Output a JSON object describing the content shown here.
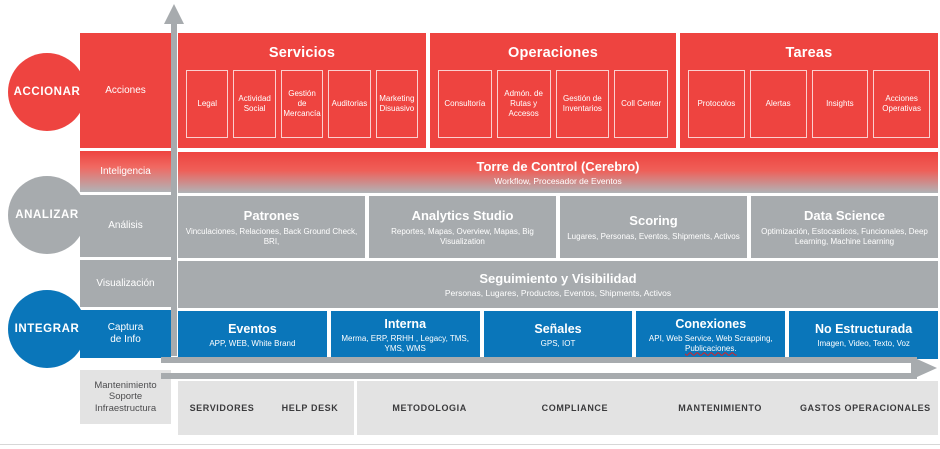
{
  "maturity_circles": [
    {
      "label": "ACCIONAR",
      "color": "#ee4440"
    },
    {
      "label": "ANALIZAR",
      "color": "#a7abae"
    },
    {
      "label": "INTEGRAR",
      "color": "#0a76ba"
    }
  ],
  "stages": [
    {
      "label": "Acciones",
      "color": "#ee4440"
    },
    {
      "label": "Inteligencia",
      "color": "#ee4440"
    },
    {
      "label": "Análisis",
      "color": "#a7abae"
    },
    {
      "label": "Visualización",
      "color": "#a7abae"
    },
    {
      "label": "Captura\nde Info",
      "color": "#0a76ba"
    }
  ],
  "stage_labels": {
    "acciones": "Acciones",
    "inteligencia": "Inteligencia",
    "analisis": "Análisis",
    "visualizacion": "Visualización",
    "captura_line1": "Captura",
    "captura_line2": "de Info",
    "mantenimiento_line1": "Mantenimiento",
    "mantenimiento_line2": "Soporte",
    "mantenimiento_line3": "Infraestructura"
  },
  "action_groups": [
    {
      "title": "Servicios",
      "items": [
        "Legal",
        "Actividad Social",
        "Gestión de Mercancía",
        "Auditorias",
        "Marketing Disuasivo"
      ]
    },
    {
      "title": "Operaciones",
      "items": [
        "Consultoría",
        "Admón. de Rutas y Accesos",
        "Gestión de Inventarios",
        "Coll Center"
      ]
    },
    {
      "title": "Tareas",
      "items": [
        "Protocolos",
        "Alertas",
        "Insights",
        "Acciones Operativas"
      ]
    }
  ],
  "control_tower": {
    "title": "Torre de Control (Cerebro)",
    "subtitle": "Workflow, Procesador de Eventos"
  },
  "analysis_cards": [
    {
      "title": "Patrones",
      "subtitle": "Vinculaciones, Relaciones, Back Ground Check, BRI,"
    },
    {
      "title": "Analytics Studio",
      "subtitle": "Reportes, Mapas, Overview, Mapas, Big Visualization"
    },
    {
      "title": "Scoring",
      "subtitle": "Lugares, Personas, Eventos, Shipments, Activos"
    },
    {
      "title": "Data Science",
      "subtitle": "Optimización, Estocasticos, Funcionales, Deep Learning, Machine Learning"
    }
  ],
  "visibility_band": {
    "title": "Seguimiento y Visibilidad",
    "subtitle": "Personas, Lugares, Productos, Eventos, Shipments, Activos"
  },
  "capture_cards": [
    {
      "title": "Eventos",
      "subtitle": "APP, WEB, White Brand"
    },
    {
      "title": "Interna",
      "subtitle": "Merma, ERP, RRHH , Legacy, TMS, YMS, WMS"
    },
    {
      "title": "Señales",
      "subtitle": "GPS, IOT"
    },
    {
      "title": "Conexiones",
      "subtitle_part1": "API, Web Service, Web Scrapping, ",
      "subtitle_misspelled": "Publicaciones."
    },
    {
      "title": "No Estructurada",
      "subtitle": "Imagen, Video, Texto, Voz"
    }
  ],
  "operations_row": {
    "left_group": [
      "SERVIDORES",
      "HELP DESK"
    ],
    "right_group": [
      "METODOLOGIA",
      "COMPLIANCE",
      "MANTENIMIENTO",
      "GASTOS OPERACIONALES"
    ]
  },
  "palette": {
    "red": "#ee4440",
    "gray": "#a7abae",
    "blue": "#0a76ba",
    "light_gray": "#e3e3e3"
  }
}
